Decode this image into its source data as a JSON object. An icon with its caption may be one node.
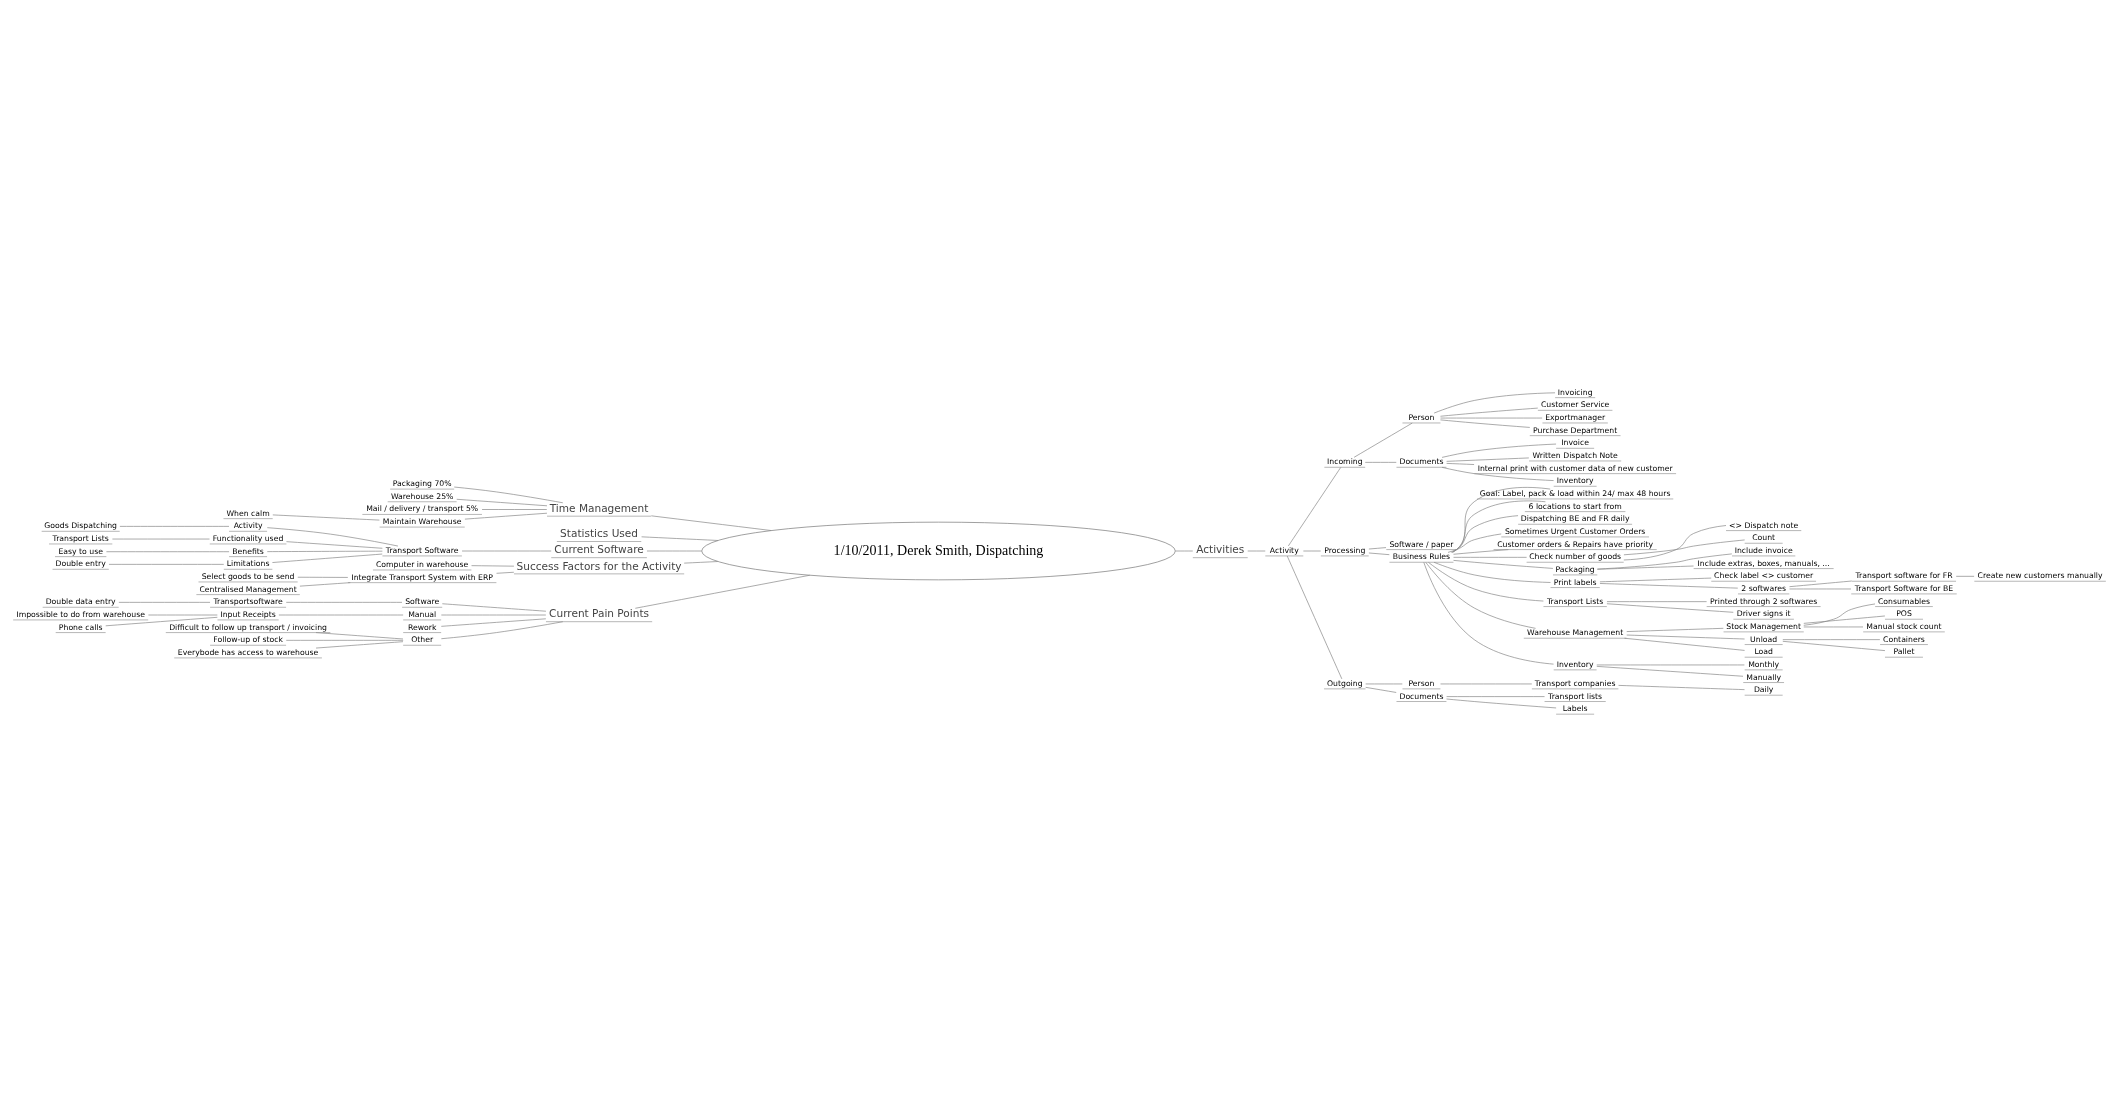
{
  "diagram": {
    "nodes": [
      {
        "text": [
          "1/10/2011, Derek Smith, Dispatching"
        ]
      },
      {
        "text": [
          "Time Management"
        ]
      },
      {
        "text": [
          "Packaging 70%"
        ]
      },
      {
        "text": [
          "Warehouse 25%"
        ]
      },
      {
        "text": [
          "Mail / delivery / transport 5%"
        ]
      },
      {
        "text": [
          "Maintain Warehouse"
        ]
      },
      {
        "text": [
          "When calm"
        ]
      },
      {
        "text": [
          "Statistics Used"
        ]
      },
      {
        "text": [
          "Current Software"
        ]
      },
      {
        "text": [
          "Transport Software"
        ]
      },
      {
        "text": [
          "Activity"
        ]
      },
      {
        "text": [
          "Goods Dispatching"
        ]
      },
      {
        "text": [
          "Functionality used"
        ]
      },
      {
        "text": [
          "Transport Lists"
        ]
      },
      {
        "text": [
          "Benefits"
        ]
      },
      {
        "text": [
          "Easy to use"
        ]
      },
      {
        "text": [
          "Limitations"
        ]
      },
      {
        "text": [
          "Double entry"
        ]
      },
      {
        "text": [
          "Success Factors for the Activity"
        ]
      },
      {
        "text": [
          "Computer in warehouse"
        ]
      },
      {
        "text": [
          "Integrate Transport System with ERP"
        ]
      },
      {
        "text": [
          "Select goods to be send"
        ]
      },
      {
        "text": [
          "Centralised Management"
        ]
      },
      {
        "text": [
          "Current Pain Points"
        ]
      },
      {
        "text": [
          "Software"
        ]
      },
      {
        "text": [
          "Transportsoftware"
        ]
      },
      {
        "text": [
          "Double data entry"
        ]
      },
      {
        "text": [
          "Manual"
        ]
      },
      {
        "text": [
          "Input Receipts"
        ]
      },
      {
        "text": [
          "Impossible to do from warehouse"
        ]
      },
      {
        "text": [
          "Phone calls"
        ]
      },
      {
        "text": [
          "Rework"
        ]
      },
      {
        "text": [
          "Other"
        ]
      },
      {
        "text": [
          "Difficult to follow up transport / invoicing"
        ]
      },
      {
        "text": [
          "Follow-up of stock"
        ]
      },
      {
        "text": [
          "Everybode has access to warehouse"
        ]
      },
      {
        "text": [
          "Activities"
        ]
      },
      {
        "text": [
          "Activity"
        ]
      },
      {
        "text": [
          "Incoming"
        ]
      },
      {
        "text": [
          "Person"
        ]
      },
      {
        "text": [
          "Invoicing"
        ]
      },
      {
        "text": [
          "Customer Service"
        ]
      },
      {
        "text": [
          "Exportmanager"
        ]
      },
      {
        "text": [
          "Purchase Department"
        ]
      },
      {
        "text": [
          "Documents"
        ]
      },
      {
        "text": [
          "Invoice"
        ]
      },
      {
        "text": [
          "Written Dispatch Note"
        ]
      },
      {
        "text": [
          "Internal print with customer data of new customer"
        ]
      },
      {
        "text": [
          "Inventory"
        ]
      },
      {
        "text": [
          "Processing"
        ]
      },
      {
        "text": [
          "Software / paper"
        ]
      },
      {
        "text": [
          "Business Rules"
        ]
      },
      {
        "text": [
          "Goal: Label, pack & load within 24/ max 48 hours"
        ]
      },
      {
        "text": [
          "6 locations to start from"
        ]
      },
      {
        "text": [
          "Dispatching BE and FR daily"
        ]
      },
      {
        "text": [
          "Sometimes Urgent Customer Orders"
        ]
      },
      {
        "text": [
          "Customer orders & Repairs have priority"
        ]
      },
      {
        "text": [
          "Check number of goods"
        ]
      },
      {
        "text": [
          "<> Dispatch note"
        ]
      },
      {
        "text": [
          "Count"
        ]
      },
      {
        "text": [
          "Packaging"
        ]
      },
      {
        "text": [
          "Include invoice"
        ]
      },
      {
        "text": [
          "Include extras, boxes, manuals, ..."
        ]
      },
      {
        "text": [
          "Print labels"
        ]
      },
      {
        "text": [
          "Check label <> customer"
        ]
      },
      {
        "text": [
          "2 softwares"
        ]
      },
      {
        "text": [
          "Transport software for FR"
        ]
      },
      {
        "text": [
          "Create new customers manually"
        ]
      },
      {
        "text": [
          "Transport Software for BE"
        ]
      },
      {
        "text": [
          "Transport Lists"
        ]
      },
      {
        "text": [
          "Printed through 2 softwares"
        ]
      },
      {
        "text": [
          "Driver signs it"
        ]
      },
      {
        "text": [
          "Warehouse Management"
        ]
      },
      {
        "text": [
          "Stock Management"
        ]
      },
      {
        "text": [
          "Consumables"
        ]
      },
      {
        "text": [
          "POS"
        ]
      },
      {
        "text": [
          "Manual stock count"
        ]
      },
      {
        "text": [
          "Unload"
        ]
      },
      {
        "text": [
          "Containers"
        ]
      },
      {
        "text": [
          "Pallet"
        ]
      },
      {
        "text": [
          "Load"
        ]
      },
      {
        "text": [
          "Inventory"
        ]
      },
      {
        "text": [
          "Monthly"
        ]
      },
      {
        "text": [
          "Manually"
        ]
      },
      {
        "text": [
          "Outgoing"
        ]
      },
      {
        "text": [
          "Person"
        ]
      },
      {
        "text": [
          "Transport companies"
        ]
      },
      {
        "text": [
          "Daily"
        ]
      },
      {
        "text": [
          "Documents"
        ]
      },
      {
        "text": [
          "Transport lists"
        ]
      },
      {
        "text": [
          "Labels"
        ]
      }
    ],
    "edges": [
      {
        "from": 0,
        "to": 1,
        "arrow": "none"
      },
      {
        "from": 1,
        "to": 2,
        "arrow": "none"
      },
      {
        "from": 1,
        "to": 3,
        "arrow": "none"
      },
      {
        "from": 1,
        "to": 4,
        "arrow": "none"
      },
      {
        "from": 1,
        "to": 5,
        "arrow": "none"
      },
      {
        "from": 5,
        "to": 6,
        "arrow": "none"
      },
      {
        "from": 0,
        "to": 7,
        "arrow": "none"
      },
      {
        "from": 0,
        "to": 8,
        "arrow": "none"
      },
      {
        "from": 8,
        "to": 9,
        "arrow": "none"
      },
      {
        "from": 9,
        "to": 10,
        "arrow": "none"
      },
      {
        "from": 10,
        "to": 11,
        "arrow": "none"
      },
      {
        "from": 9,
        "to": 12,
        "arrow": "none"
      },
      {
        "from": 12,
        "to": 13,
        "arrow": "none"
      },
      {
        "from": 9,
        "to": 14,
        "arrow": "none"
      },
      {
        "from": 14,
        "to": 15,
        "arrow": "none"
      },
      {
        "from": 9,
        "to": 16,
        "arrow": "none"
      },
      {
        "from": 16,
        "to": 17,
        "arrow": "none"
      },
      {
        "from": 0,
        "to": 18,
        "arrow": "none"
      },
      {
        "from": 18,
        "to": 19,
        "arrow": "none"
      },
      {
        "from": 18,
        "to": 20,
        "arrow": "none"
      },
      {
        "from": 20,
        "to": 21,
        "arrow": "none"
      },
      {
        "from": 20,
        "to": 22,
        "arrow": "none"
      },
      {
        "from": 0,
        "to": 23,
        "arrow": "none"
      },
      {
        "from": 23,
        "to": 24,
        "arrow": "none"
      },
      {
        "from": 24,
        "to": 25,
        "arrow": "none"
      },
      {
        "from": 25,
        "to": 26,
        "arrow": "none"
      },
      {
        "from": 23,
        "to": 27,
        "arrow": "none"
      },
      {
        "from": 27,
        "to": 28,
        "arrow": "none"
      },
      {
        "from": 28,
        "to": 29,
        "arrow": "none"
      },
      {
        "from": 28,
        "to": 30,
        "arrow": "none"
      },
      {
        "from": 23,
        "to": 31,
        "arrow": "none"
      },
      {
        "from": 23,
        "to": 32,
        "arrow": "none"
      },
      {
        "from": 32,
        "to": 33,
        "arrow": "none"
      },
      {
        "from": 32,
        "to": 34,
        "arrow": "none"
      },
      {
        "from": 32,
        "to": 35,
        "arrow": "none"
      },
      {
        "from": 0,
        "to": 36,
        "arrow": "none"
      },
      {
        "from": 36,
        "to": 37,
        "arrow": "none"
      },
      {
        "from": 37,
        "to": 38,
        "arrow": "none"
      },
      {
        "from": 38,
        "to": 39,
        "arrow": "none"
      },
      {
        "from": 39,
        "to": 40,
        "arrow": "none"
      },
      {
        "from": 39,
        "to": 41,
        "arrow": "none"
      },
      {
        "from": 39,
        "to": 42,
        "arrow": "none"
      },
      {
        "from": 39,
        "to": 43,
        "arrow": "none"
      },
      {
        "from": 38,
        "to": 44,
        "arrow": "none"
      },
      {
        "from": 44,
        "to": 45,
        "arrow": "none"
      },
      {
        "from": 44,
        "to": 46,
        "arrow": "none"
      },
      {
        "from": 44,
        "to": 47,
        "arrow": "none"
      },
      {
        "from": 44,
        "to": 48,
        "arrow": "none"
      },
      {
        "from": 37,
        "to": 49,
        "arrow": "none"
      },
      {
        "from": 49,
        "to": 50,
        "arrow": "none"
      },
      {
        "from": 49,
        "to": 51,
        "arrow": "none"
      },
      {
        "from": 51,
        "to": 52,
        "arrow": "none"
      },
      {
        "from": 51,
        "to": 53,
        "arrow": "none"
      },
      {
        "from": 51,
        "to": 54,
        "arrow": "none"
      },
      {
        "from": 51,
        "to": 55,
        "arrow": "none"
      },
      {
        "from": 51,
        "to": 56,
        "arrow": "none"
      },
      {
        "from": 51,
        "to": 57,
        "arrow": "none"
      },
      {
        "from": 57,
        "to": 58,
        "arrow": "none"
      },
      {
        "from": 57,
        "to": 59,
        "arrow": "none"
      },
      {
        "from": 51,
        "to": 60,
        "arrow": "none"
      },
      {
        "from": 60,
        "to": 61,
        "arrow": "none"
      },
      {
        "from": 60,
        "to": 62,
        "arrow": "none"
      },
      {
        "from": 51,
        "to": 63,
        "arrow": "none"
      },
      {
        "from": 63,
        "to": 64,
        "arrow": "none"
      },
      {
        "from": 63,
        "to": 65,
        "arrow": "none"
      },
      {
        "from": 65,
        "to": 66,
        "arrow": "none"
      },
      {
        "from": 66,
        "to": 67,
        "arrow": "none"
      },
      {
        "from": 65,
        "to": 68,
        "arrow": "none"
      },
      {
        "from": 51,
        "to": 69,
        "arrow": "none"
      },
      {
        "from": 69,
        "to": 70,
        "arrow": "none"
      },
      {
        "from": 69,
        "to": 71,
        "arrow": "none"
      },
      {
        "from": 51,
        "to": 72,
        "arrow": "none"
      },
      {
        "from": 72,
        "to": 73,
        "arrow": "none"
      },
      {
        "from": 73,
        "to": 74,
        "arrow": "none"
      },
      {
        "from": 73,
        "to": 75,
        "arrow": "none"
      },
      {
        "from": 73,
        "to": 76,
        "arrow": "none"
      },
      {
        "from": 72,
        "to": 77,
        "arrow": "none"
      },
      {
        "from": 77,
        "to": 78,
        "arrow": "none"
      },
      {
        "from": 77,
        "to": 79,
        "arrow": "none"
      },
      {
        "from": 72,
        "to": 80,
        "arrow": "none"
      },
      {
        "from": 51,
        "to": 81,
        "arrow": "none"
      },
      {
        "from": 81,
        "to": 82,
        "arrow": "none"
      },
      {
        "from": 81,
        "to": 83,
        "arrow": "none"
      },
      {
        "from": 37,
        "to": 84,
        "arrow": "none"
      },
      {
        "from": 84,
        "to": 85,
        "arrow": "none"
      },
      {
        "from": 85,
        "to": 86,
        "arrow": "none"
      },
      {
        "from": 86,
        "to": 87,
        "arrow": "none"
      },
      {
        "from": 84,
        "to": 88,
        "arrow": "none"
      },
      {
        "from": 88,
        "to": 89,
        "arrow": "none"
      },
      {
        "from": 88,
        "to": 90,
        "arrow": "none"
      }
    ]
  }
}
